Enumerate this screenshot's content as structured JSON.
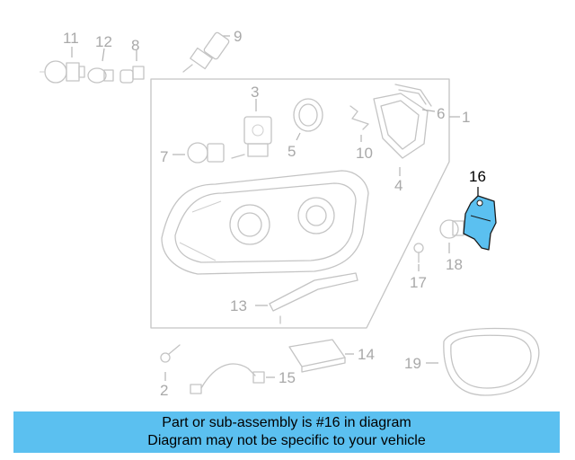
{
  "diagram": {
    "highlight_color": "#5bc0f0",
    "line_color": "#c4c4c4",
    "highlighted_part": "16",
    "callouts": {
      "c1": "1",
      "c2": "2",
      "c3": "3",
      "c4": "4",
      "c5": "5",
      "c6": "6",
      "c7": "7",
      "c8": "8",
      "c9": "9",
      "c10": "10",
      "c11": "11",
      "c12": "12",
      "c13": "13",
      "c14": "14",
      "c15": "15",
      "c16": "16",
      "c17": "17",
      "c18": "18",
      "c19": "19"
    }
  },
  "banner": {
    "line1": "Part or sub-assembly is #16 in diagram",
    "line2": "Diagram may not be specific to your vehicle",
    "background": "#5bc0f0"
  }
}
